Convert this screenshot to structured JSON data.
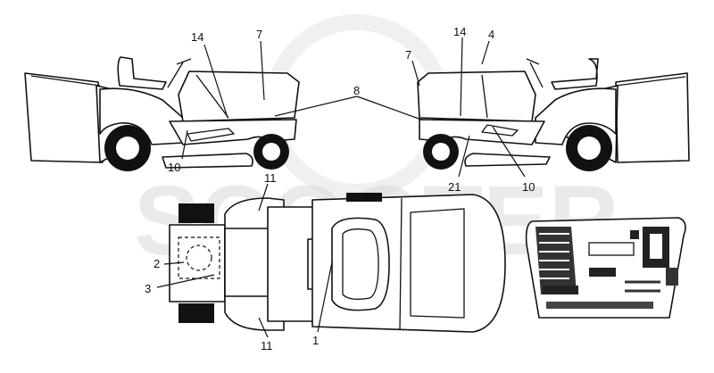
{
  "watermark": {
    "text": "SCOOTER"
  },
  "callouts": {
    "c1": "1",
    "c2": "2",
    "c3": "3",
    "c4": "4",
    "c7_left": "7",
    "c7_right": "7",
    "c8": "8",
    "c10_left": "10",
    "c10_right": "10",
    "c11_top": "11",
    "c11_bottom": "11",
    "c14_left": "14",
    "c14_right": "14",
    "c21": "21"
  }
}
